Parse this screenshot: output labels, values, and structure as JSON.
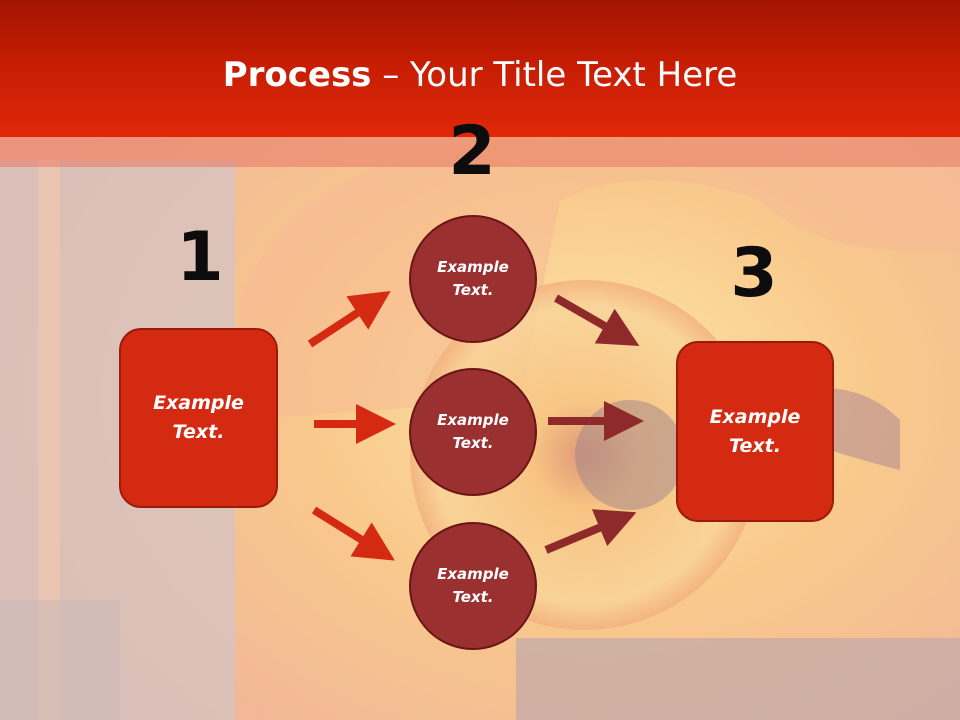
{
  "title": {
    "bold": "Process",
    "rest": " – Your Title Text Here"
  },
  "steps": {
    "one": "1",
    "two": "2",
    "three": "3"
  },
  "left_box": "Example Text.",
  "circles": [
    "Example Text.",
    "Example Text.",
    "Example Text."
  ],
  "right_box": "Example Text.",
  "colors": {
    "accent_red": "#d42a12",
    "circle_fill": "#9b3030",
    "arrow_dark": "#8f2a2a"
  }
}
